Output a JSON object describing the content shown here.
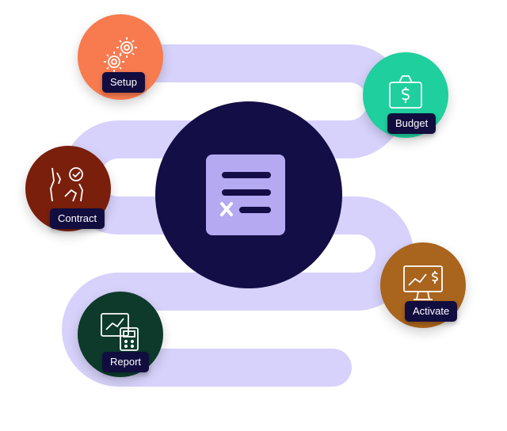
{
  "colors": {
    "track": "#d7d2fb",
    "center": "#130e45",
    "document": "#b5a9f2",
    "document_lines": "#130e45",
    "label_bg": "#120d3f",
    "icon_stroke": "#ffffff"
  },
  "center": {
    "icon": "document-list-icon"
  },
  "steps": [
    {
      "label": "Setup",
      "icon": "gears-icon",
      "color": "#f87a4f"
    },
    {
      "label": "Budget",
      "icon": "money-bag-icon",
      "color": "#1fcf9e"
    },
    {
      "label": "Contract",
      "icon": "signing-hands-icon",
      "color": "#7a1f0c"
    },
    {
      "label": "Activate",
      "icon": "monitor-dollar-icon",
      "color": "#a9641d"
    },
    {
      "label": "Report",
      "icon": "chart-calculator-icon",
      "color": "#0d3a2b"
    }
  ]
}
